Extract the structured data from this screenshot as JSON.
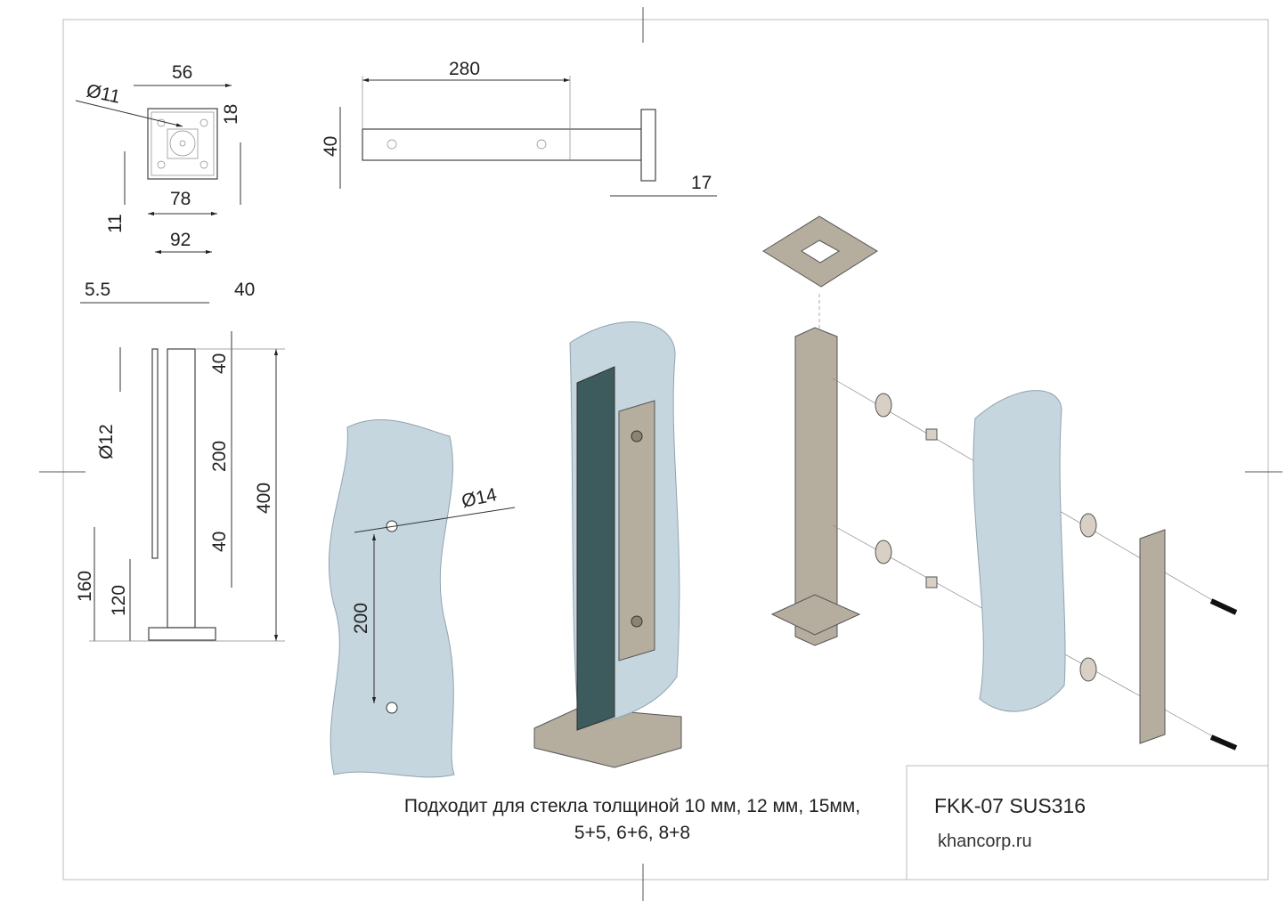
{
  "plan_view": {
    "dim_top": "56",
    "dim_hole": "Ø11",
    "dim_right": "18",
    "dim_inner": "78",
    "dim_left": "11",
    "dim_outer": "92"
  },
  "top_view": {
    "dim_length": "280",
    "dim_height": "40",
    "dim_plate": "17"
  },
  "side_view": {
    "dim_plate": "5.5",
    "dim_post": "40",
    "dim_top_gap": "40",
    "dim_bolt": "Ø12",
    "dim_spacing": "200",
    "dim_total": "400",
    "dim_bottom_gap": "40",
    "dim_160": "160",
    "dim_120": "120"
  },
  "glass_view": {
    "dim_hole": "Ø14",
    "dim_spacing": "200"
  },
  "caption": {
    "line1": "Подходит для стекла толщиной 10 мм, 12 мм, 15мм,",
    "line2": "5+5, 6+6, 8+8"
  },
  "title_block": {
    "model": "FKK-07 SUS316",
    "website": "khancorp.ru"
  },
  "colors": {
    "glass": "#c5d6df",
    "glass_dark": "#3d5a5c",
    "steel": "#b5ad9e",
    "steel_dark": "#8b8474"
  }
}
